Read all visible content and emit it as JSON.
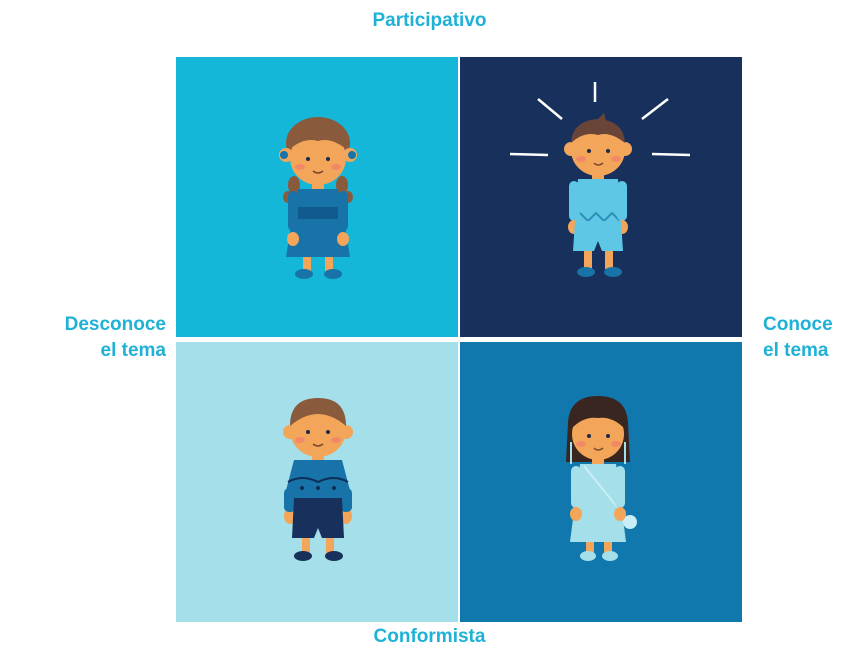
{
  "labels": {
    "top": "Participativo",
    "bottom": "Conformista",
    "left_line1": "Desconoce",
    "left_line2": "el tema",
    "right_line1": "Conoce",
    "right_line2": "el tema"
  },
  "colors": {
    "label": "#1fb1d6",
    "quadrant_top_left": "#15b7d8",
    "quadrant_top_right": "#17315c",
    "quadrant_bottom_left": "#a5dfea",
    "quadrant_bottom_right": "#1178ad",
    "skin": "#f3a659",
    "hair": "#8a5a3d",
    "cheek": "#f0826a"
  },
  "quadrants": [
    {
      "position": "top-left",
      "figure": "girl-with-braids-icon"
    },
    {
      "position": "top-right",
      "figure": "boy-with-idea-rays-icon"
    },
    {
      "position": "bottom-left",
      "figure": "boy-with-poncho-icon"
    },
    {
      "position": "bottom-right",
      "figure": "girl-with-bag-icon"
    }
  ]
}
